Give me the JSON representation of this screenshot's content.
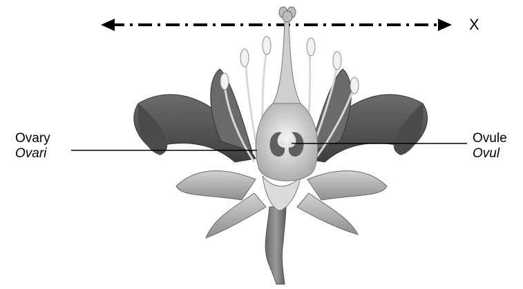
{
  "axis": {
    "label": "X"
  },
  "labels": {
    "ovary": {
      "en": "Ovary",
      "ms": "Ovari"
    },
    "ovule": {
      "en": "Ovule",
      "ms": "Ovul"
    }
  },
  "colors": {
    "petal_dark": "#5a5a5a",
    "petal_mid": "#8a8a8a",
    "petal_light": "#c9c9c9",
    "line": "#000000"
  }
}
